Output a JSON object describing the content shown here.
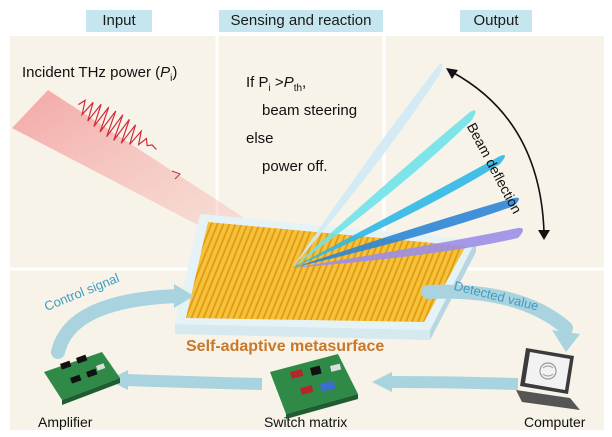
{
  "headers": {
    "input": "Input",
    "sensing": "Sensing and reaction",
    "output": "Output"
  },
  "incident": {
    "text": "Incident THz power (",
    "var": "P",
    "sub": "i",
    "close": ")"
  },
  "logic": {
    "if_word": "If P",
    "if_sub": "i",
    "gt": " >",
    "pth_var": "P",
    "pth_sub": "th",
    "comma": ",",
    "line2": "beam steering",
    "line3": "else",
    "line4": "power off."
  },
  "beam_deflection": "Beam deflection",
  "control_signal": "Control signal",
  "detected_value": "Detected value",
  "metasurface_title": "Self-adaptive metasurface",
  "devices": {
    "amplifier": "Amplifier",
    "switch_matrix": "Switch matrix",
    "computer": "Computer"
  },
  "colors": {
    "panel": "#f7f3e9",
    "header": "#c6e6ef",
    "arrow": "#9fcedc",
    "title": "#c8782a",
    "gold": "#f2b92a"
  }
}
